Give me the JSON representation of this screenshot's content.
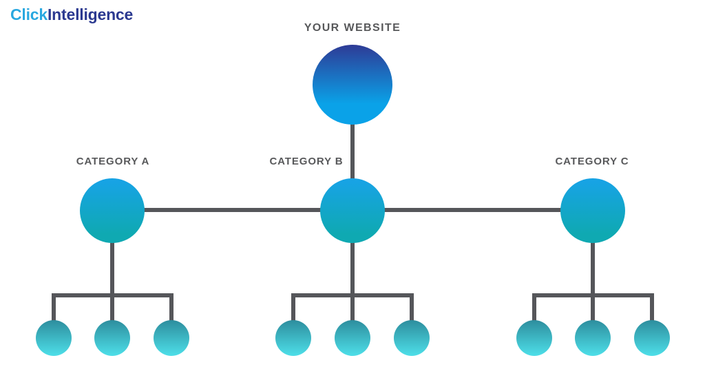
{
  "logo": {
    "part1": "Click",
    "part2": "Intelligence"
  },
  "root": {
    "label": "YOUR WEBSITE"
  },
  "categories": [
    {
      "label": "CATEGORY A",
      "children_count": 3
    },
    {
      "label": "CATEGORY B",
      "children_count": 3
    },
    {
      "label": "CATEGORY C",
      "children_count": 3
    }
  ],
  "colors": {
    "logo_click": "#29A8E0",
    "logo_intelligence": "#2B3990",
    "label_text": "#58595B",
    "line": "#55565A",
    "root_gradient_top": "#2E3B96",
    "root_gradient_bottom": "#0AA2E8",
    "category_gradient_top": "#17A3E4",
    "category_gradient_bottom": "#0FA9B2",
    "child_gradient_top": "#2E8F9F",
    "child_gradient_bottom": "#4CDCE6"
  }
}
